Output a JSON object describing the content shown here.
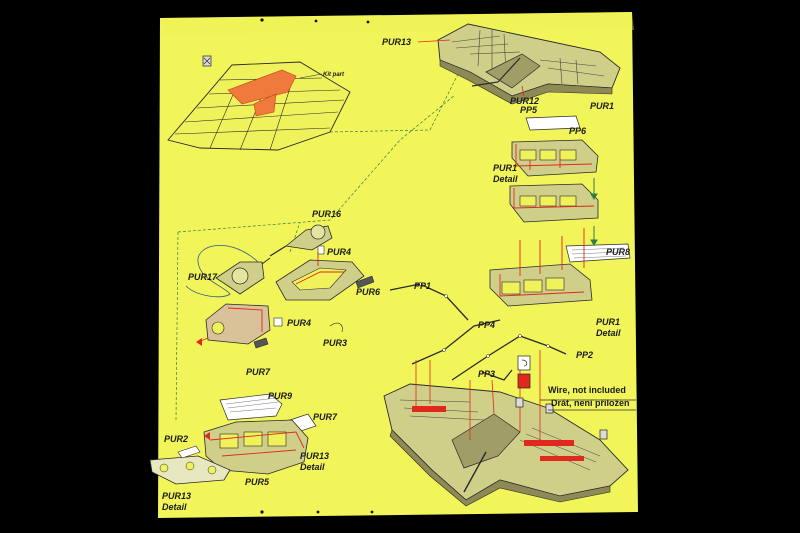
{
  "labels": {
    "kit_part": "Kit part",
    "pur13_top": "PUR13",
    "pur12": "PUR12",
    "pp5": "PP5",
    "pur1_top": "PUR1",
    "pp6": "PP6",
    "pur1_detail_a_1": "PUR1",
    "pur1_detail_a_2": "Detail",
    "pur16": "PUR16",
    "pur4_a": "PUR4",
    "pur17": "PUR17",
    "pur6": "PUR6",
    "pur4_b": "PUR4",
    "pur3": "PUR3",
    "pp1": "PP1",
    "pur8": "PUR8",
    "pur1_detail_b_1": "PUR1",
    "pur1_detail_b_2": "Detail",
    "pp4": "PP4",
    "pp2": "PP2",
    "pp3": "PP3",
    "pur7_a": "PUR7",
    "pur9": "PUR9",
    "pur7_b": "PUR7",
    "pur2": "PUR2",
    "pur13_detail_a_1": "PUR13",
    "pur13_detail_a_2": "Detail",
    "pur5": "PUR5",
    "pur13_detail_b_1": "PUR13",
    "pur13_detail_b_2": "Detail",
    "wire_en": "Wire, not included",
    "wire_cz": "Drát, není přiložen"
  },
  "colors": {
    "background": "#000000",
    "paper": "#f2f55a",
    "line": "#2a2a2a",
    "highlight_red": "#e0281e",
    "highlight_orange": "#ef7a3c",
    "guide_green": "#2f7d4a",
    "part_fill": "#cfcf8a",
    "part_shade": "#8e8a55"
  }
}
